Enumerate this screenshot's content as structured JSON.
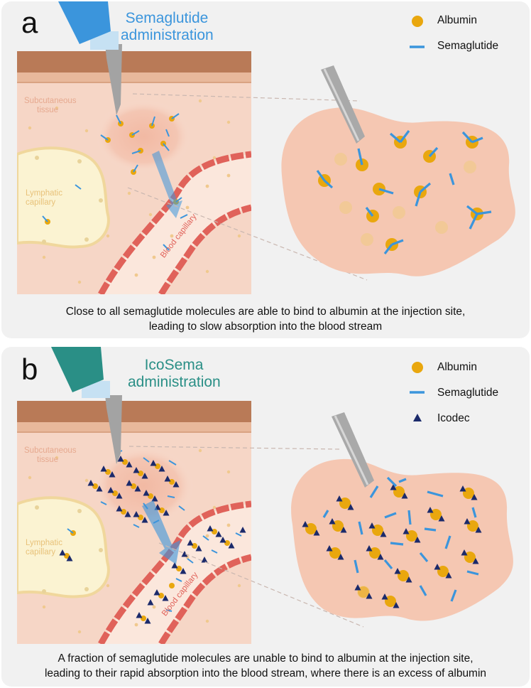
{
  "panel_a": {
    "letter": "a",
    "admin_label_line1": "Semaglutide",
    "admin_label_line2": "administration",
    "admin_color": "#3b95dc",
    "subcutaneous_label_line1": "Subcutaneous",
    "subcutaneous_label_line2": "tissue",
    "lymphatic_label_line1": "Lymphatic",
    "lymphatic_label_line2": "capillary",
    "blood_label": "Blood capillary",
    "legend": [
      {
        "label": "Albumin",
        "icon": "albumin-dot-icon"
      },
      {
        "label": "Semaglutide",
        "icon": "semaglutide-dash-icon"
      }
    ],
    "caption_line1": "Close to all semaglutide molecules are able to bind to albumin at the injection site,",
    "caption_line2": "leading to slow absorption into the blood stream"
  },
  "panel_b": {
    "letter": "b",
    "admin_label_line1": "IcoSema",
    "admin_label_line2": "administration",
    "admin_color": "#2a8f86",
    "subcutaneous_label_line1": "Subcutaneous",
    "subcutaneous_label_line2": "tissue",
    "lymphatic_label_line1": "Lymphatic",
    "lymphatic_label_line2": "capillary",
    "blood_label": "Blood capillary",
    "legend": [
      {
        "label": "Albumin",
        "icon": "albumin-dot-icon"
      },
      {
        "label": "Semaglutide",
        "icon": "semaglutide-dash-icon"
      },
      {
        "label": "Icodec",
        "icon": "icodec-triangle-icon"
      }
    ],
    "caption_line1": "A fraction of semaglutide molecules are unable to bind to albumin at the injection site,",
    "caption_line2": "leading to their rapid absorption into the blood stream, where there is an excess of albumin"
  },
  "colors": {
    "panel_bg": "#f1f1f1",
    "skin": "#b97a57",
    "tissue": "#f6d6c6",
    "albumin": "#e9a70e",
    "semaglutide": "#3b95dc",
    "icodec": "#1b2a6b",
    "vessel": "#e0625a",
    "lymph": "#fbf3d2"
  }
}
